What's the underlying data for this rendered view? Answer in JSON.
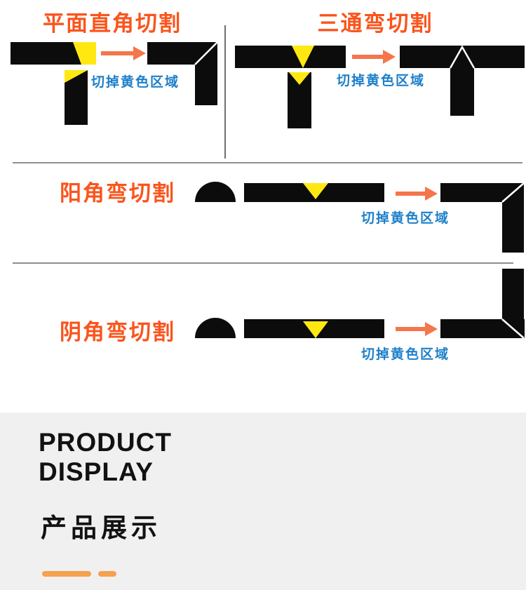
{
  "colors": {
    "heading": "#fa541c",
    "blue": "#1d7fc9",
    "yellow": "#ffe812",
    "piece": "#0c0c0c",
    "arrow": "#f4764a",
    "dash": "#f6a14f",
    "footer": "#f0f0f0"
  },
  "sections": [
    {
      "title": "平面直角切割",
      "note": "切掉黄色区域"
    },
    {
      "title": "三通弯切割",
      "note": "切掉黄色区域"
    },
    {
      "title": "阳角弯切割",
      "note": "切掉黄色区域"
    },
    {
      "title": "阴角弯切割",
      "note": "切掉黄色区域"
    }
  ],
  "footer": {
    "title_en_line1": "PRODUCT",
    "title_en_line2": "DISPLAY",
    "title_zh": "产品展示"
  }
}
